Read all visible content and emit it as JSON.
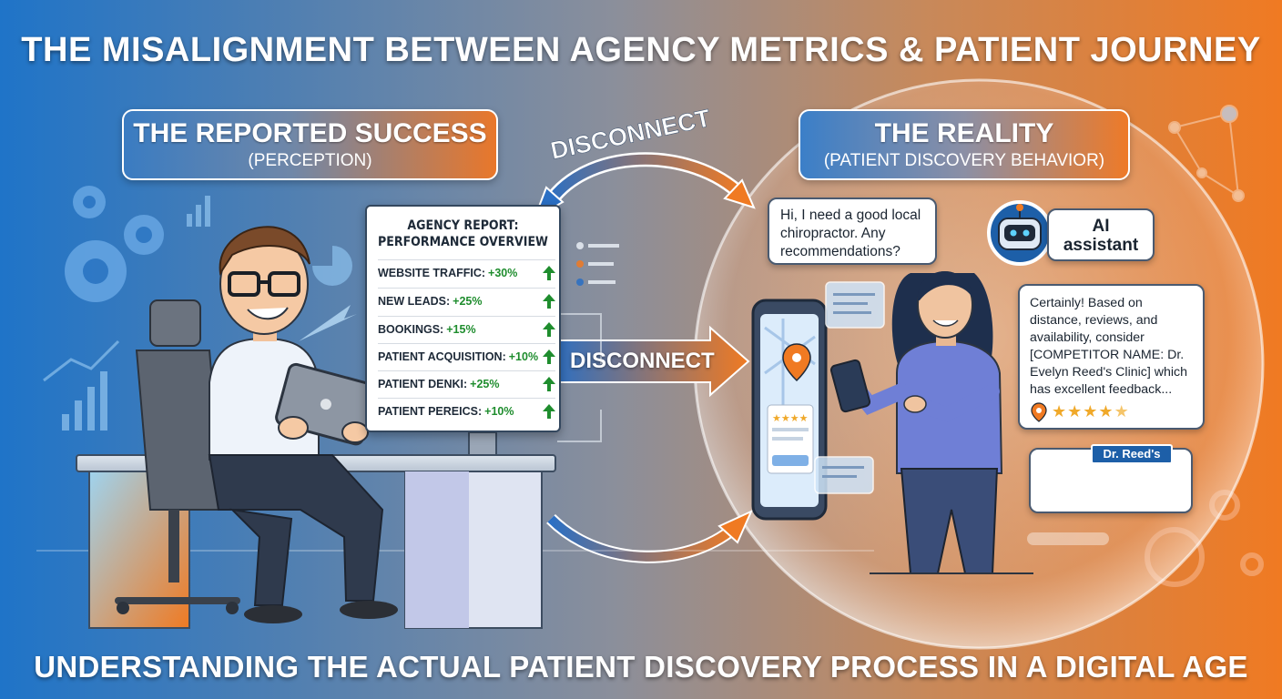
{
  "title": "THE MISALIGNMENT BETWEEN AGENCY METRICS & PATIENT JOURNEY",
  "subtitle": "UNDERSTANDING THE ACTUAL PATIENT DISCOVERY PROCESS IN A DIGITAL AGE",
  "left_panel": {
    "heading": "THE REPORTED SUCCESS",
    "subheading": "(PERCEPTION)"
  },
  "right_panel": {
    "heading": "THE REALITY",
    "subheading": "(PATIENT DISCOVERY BEHAVIOR)"
  },
  "connectors": {
    "top_label": "DISCONNECT",
    "middle_label": "DISCONNECT"
  },
  "report": {
    "title_line1": "AGENCY REPORT:",
    "title_line2": "PERFORMANCE OVERVIEW",
    "rows": [
      {
        "label": "WEBSITE TRAFFIC:",
        "value": "+30%"
      },
      {
        "label": "NEW LEADS:",
        "value": "+25%"
      },
      {
        "label": "BOOKINGS:",
        "value": "+15%"
      },
      {
        "label": "PATIENT ACQUISITION:",
        "value": "+10%"
      },
      {
        "label": "PATIENT DENKI:",
        "value": "+25%"
      },
      {
        "label": "PATIENT PEREICS:",
        "value": "+10%"
      }
    ]
  },
  "conversation": {
    "patient_message": "Hi, I need a good local chiropractor. Any recommendations?",
    "ai_label_line1": "AI",
    "ai_label_line2": "assistant",
    "ai_answer": "Certainly! Based on distance, reviews, and availability, consider [COMPETITOR NAME: Dr. Evelyn Reed's Clinic] which has excellent feedback...",
    "ai_answer_rating": 4.5
  },
  "clinic": {
    "sign": "Dr. Reed's"
  },
  "colors": {
    "blue": "#1f74c8",
    "orange": "#f07a22",
    "positive_green": "#1f8d2e"
  }
}
